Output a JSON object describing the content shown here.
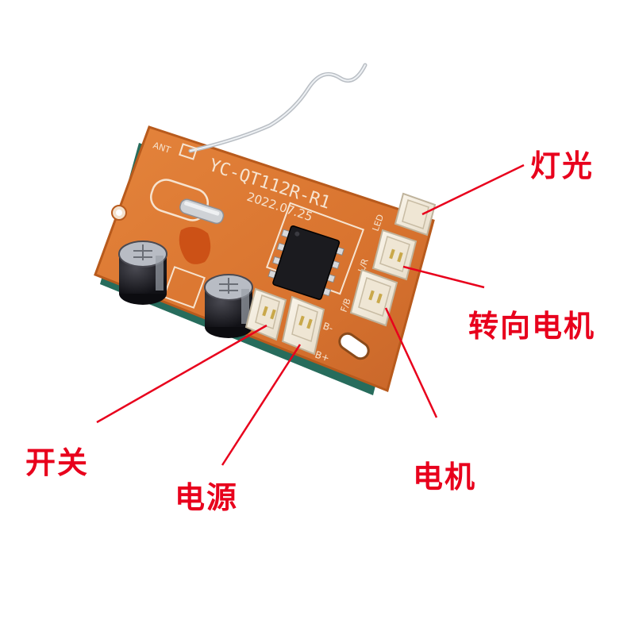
{
  "board": {
    "model": "YC-QT112R-R1",
    "date": "2022.07.25",
    "ant_label": "ANT",
    "led_label": "LED",
    "port_labels": [
      "L/R",
      "F/B"
    ],
    "b_minus": "B-",
    "b_plus": "B+"
  },
  "callouts": {
    "light": "灯光",
    "steering_motor": "转向电机",
    "motor": "电机",
    "switch": "开关",
    "power": "电源"
  },
  "colors": {
    "callout": "#e8001c",
    "board": "#d9742f",
    "board_edge": "#b85a1c"
  }
}
